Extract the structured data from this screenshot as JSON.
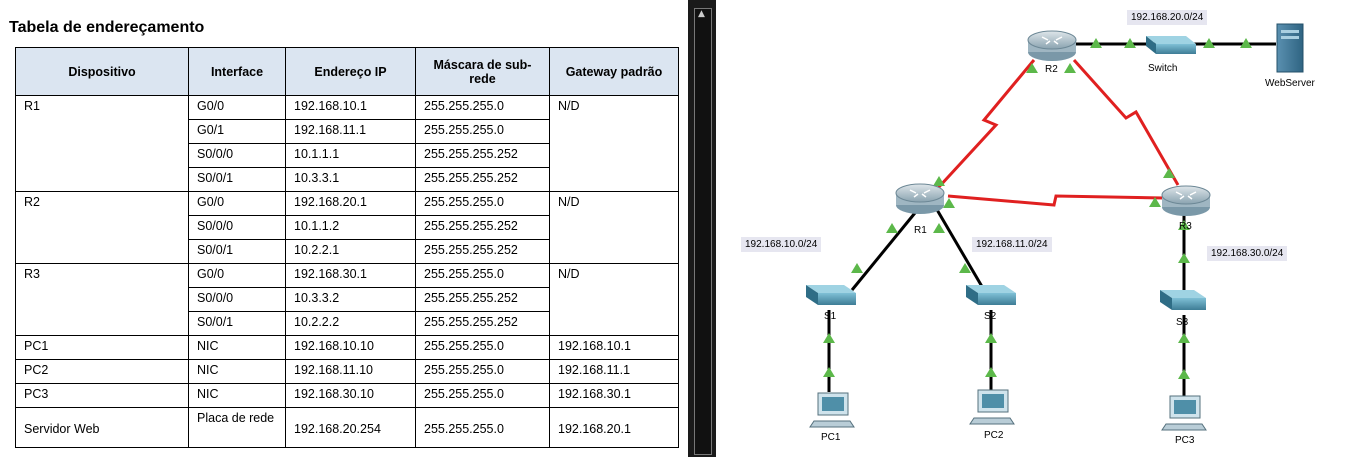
{
  "table": {
    "title": "Tabela de endereçamento",
    "headers": {
      "device": "Dispositivo",
      "interface": "Interface",
      "ip": "Endereço IP",
      "mask": "Máscara de sub-rede",
      "gateway": "Gateway padrão"
    },
    "groups": [
      {
        "device": "R1",
        "gateway": "N/D",
        "rows": [
          {
            "interface": "G0/0",
            "ip": "192.168.10.1",
            "mask": "255.255.255.0"
          },
          {
            "interface": "G0/1",
            "ip": "192.168.11.1",
            "mask": "255.255.255.0"
          },
          {
            "interface": "S0/0/0",
            "ip": "10.1.1.1",
            "mask": "255.255.255.252"
          },
          {
            "interface": "S0/0/1",
            "ip": "10.3.3.1",
            "mask": "255.255.255.252"
          }
        ]
      },
      {
        "device": "R2",
        "gateway": "N/D",
        "rows": [
          {
            "interface": "G0/0",
            "ip": "192.168.20.1",
            "mask": "255.255.255.0"
          },
          {
            "interface": "S0/0/0",
            "ip": "10.1.1.2",
            "mask": "255.255.255.252"
          },
          {
            "interface": "S0/0/1",
            "ip": "10.2.2.1",
            "mask": "255.255.255.252"
          }
        ]
      },
      {
        "device": "R3",
        "gateway": "N/D",
        "rows": [
          {
            "interface": "G0/0",
            "ip": "192.168.30.1",
            "mask": "255.255.255.0"
          },
          {
            "interface": "S0/0/0",
            "ip": "10.3.3.2",
            "mask": "255.255.255.252"
          },
          {
            "interface": "S0/0/1",
            "ip": "10.2.2.2",
            "mask": "255.255.255.252"
          }
        ]
      },
      {
        "device": "PC1",
        "gateway": "192.168.10.1",
        "rows": [
          {
            "interface": "NIC",
            "ip": "192.168.10.10",
            "mask": "255.255.255.0"
          }
        ]
      },
      {
        "device": "PC2",
        "gateway": "192.168.11.1",
        "rows": [
          {
            "interface": "NIC",
            "ip": "192.168.11.10",
            "mask": "255.255.255.0"
          }
        ]
      },
      {
        "device": "PC3",
        "gateway": "192.168.30.1",
        "rows": [
          {
            "interface": "NIC",
            "ip": "192.168.30.10",
            "mask": "255.255.255.0"
          }
        ]
      },
      {
        "device": "Servidor Web",
        "gateway": "192.168.20.1",
        "rows": [
          {
            "interface": "Placa de rede",
            "ip": "192.168.20.254",
            "mask": "255.255.255.0"
          }
        ]
      }
    ]
  },
  "topology": {
    "device_labels": {
      "r1": "R1",
      "r2": "R2",
      "r3": "R3",
      "switch": "Switch",
      "webserver": "WebServer",
      "s1": "S1",
      "s2": "S2",
      "s3": "S3",
      "pc1": "PC1",
      "pc2": "PC2",
      "pc3": "PC3"
    },
    "network_labels": {
      "net20": "192.168.20.0/24",
      "net10": "192.168.10.0/24",
      "net11": "192.168.11.0/24",
      "net30": "192.168.30.0/24"
    },
    "colors": {
      "ethernet_link": "#000000",
      "serial_link": "#e02020",
      "link_up_indicator": "#5cb84a",
      "device_blue": "#4f8fa8"
    }
  }
}
